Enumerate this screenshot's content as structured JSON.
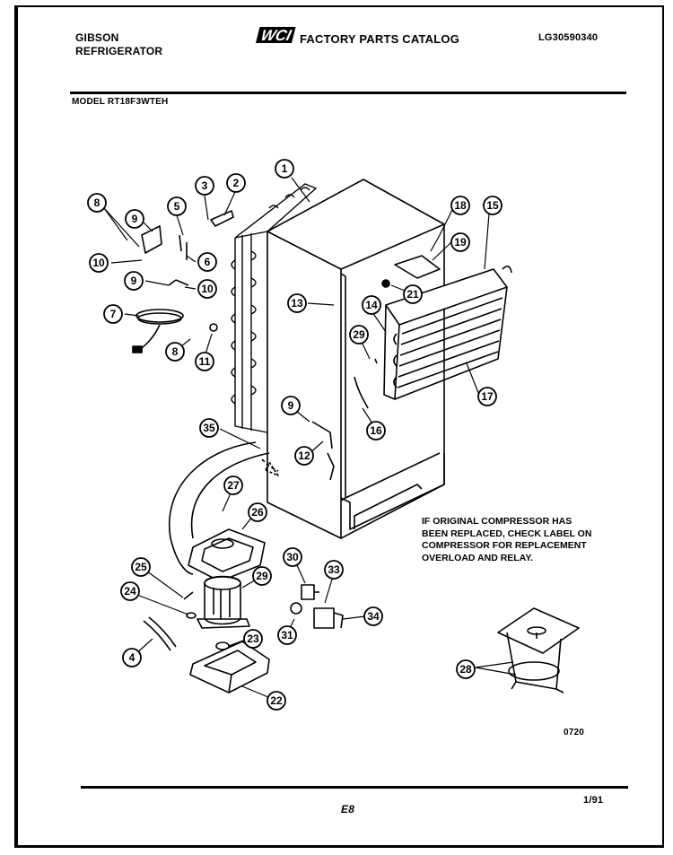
{
  "header": {
    "brand_line1": "GIBSON",
    "brand_line2": "REFRIGERATOR",
    "logo_text": "WCI",
    "catalog_title": "FACTORY PARTS CATALOG",
    "catalog_number": "LG30590340",
    "model_label": "MODEL RT18F3WTEH"
  },
  "note": {
    "lines": [
      "IF ORIGINAL COMPRESSOR HAS",
      "BEEN REPLACED, CHECK LABEL ON",
      "COMPRESSOR FOR REPLACEMENT",
      "OVERLOAD AND RELAY."
    ]
  },
  "footer": {
    "diagram_code": "0720",
    "page_code": "E8",
    "date_code": "1/91"
  },
  "callouts": [
    "1",
    "2",
    "3",
    "5",
    "8",
    "9",
    "10",
    "6",
    "9",
    "10",
    "7",
    "8",
    "11",
    "13",
    "18",
    "15",
    "19",
    "21",
    "14",
    "29",
    "16",
    "17",
    "9",
    "12",
    "35",
    "27",
    "26",
    "30",
    "33",
    "25",
    "29",
    "24",
    "31",
    "34",
    "4",
    "23",
    "22",
    "28"
  ]
}
